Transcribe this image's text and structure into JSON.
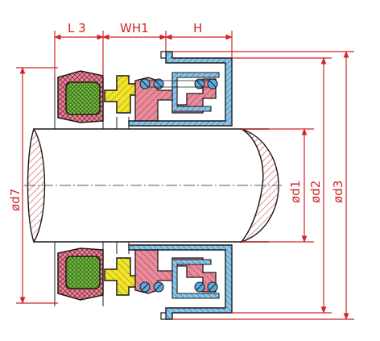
{
  "figure": {
    "labels": {
      "l3": "L 3",
      "wh1": "WH1",
      "h": "H",
      "d7": "ød7",
      "d1": "ød1",
      "d2": "ød2",
      "d3": "ød3"
    },
    "colors": {
      "dimension": "#d2232a",
      "outline": "#1a1a1a",
      "bellows_pink": "#e98b9a",
      "seal_face_green": "#7ac143",
      "seat_yellow": "#f2e42b",
      "casing_blue": "#4fa3d9",
      "spring_blue": "#5aa9e0",
      "shaft_hatch": "#c23b3b"
    }
  }
}
